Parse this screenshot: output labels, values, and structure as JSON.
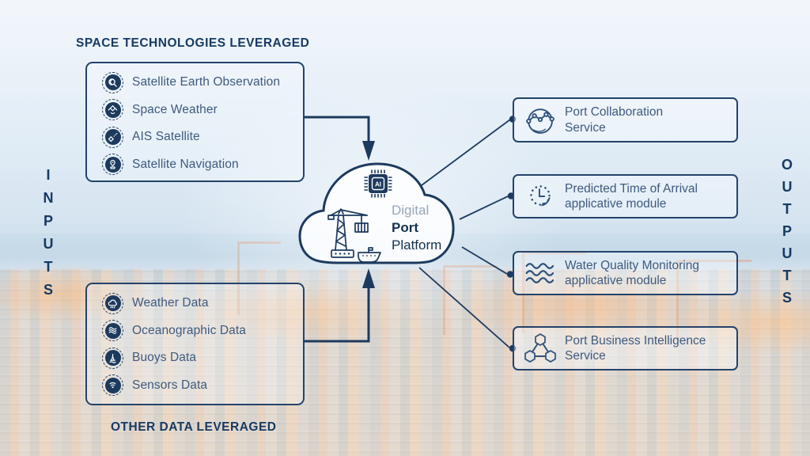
{
  "colors": {
    "navy": "#1c3a5e",
    "border_navy": "#24436a",
    "item_text": "#3e5a7e",
    "heading_text": "#163a63",
    "muted_gray_blue": "#98a7b7",
    "right_icon_stroke": "#2d5179"
  },
  "inputs_label": "INPUTS",
  "outputs_label": "OUTPUTS",
  "space_tech": {
    "heading": "SPACE TECHNOLOGIES LEVERAGED",
    "items": [
      {
        "label": "Satellite Earth Observation",
        "icon": "earth-observation-icon"
      },
      {
        "label": "Space Weather",
        "icon": "space-weather-icon"
      },
      {
        "label": "AIS Satellite",
        "icon": "ais-satellite-icon"
      },
      {
        "label": "Satellite Navigation",
        "icon": "satellite-navigation-icon"
      }
    ]
  },
  "other_data": {
    "heading": "OTHER DATA LEVERAGED",
    "items": [
      {
        "label": "Weather Data",
        "icon": "weather-icon"
      },
      {
        "label": "Oceanographic Data",
        "icon": "oceanographic-icon"
      },
      {
        "label": "Buoys Data",
        "icon": "buoy-icon"
      },
      {
        "label": "Sensors Data",
        "icon": "sensor-icon"
      }
    ]
  },
  "platform": {
    "chip_label": "AI",
    "line1": "Digital",
    "line2": "Port",
    "line3": "Platform"
  },
  "outputs": {
    "items": [
      {
        "line1": "Port Collaboration",
        "line2": "Service",
        "icon": "collaboration-globe-icon"
      },
      {
        "line1": "Predicted Time of Arrival",
        "line2": "applicative module",
        "icon": "clock-arrow-icon"
      },
      {
        "line1": "Water Quality Monitoring",
        "line2": "applicative module",
        "icon": "water-waves-icon"
      },
      {
        "line1": "Port Business Intelligence",
        "line2": "Service",
        "icon": "linked-hexagons-icon"
      }
    ]
  }
}
